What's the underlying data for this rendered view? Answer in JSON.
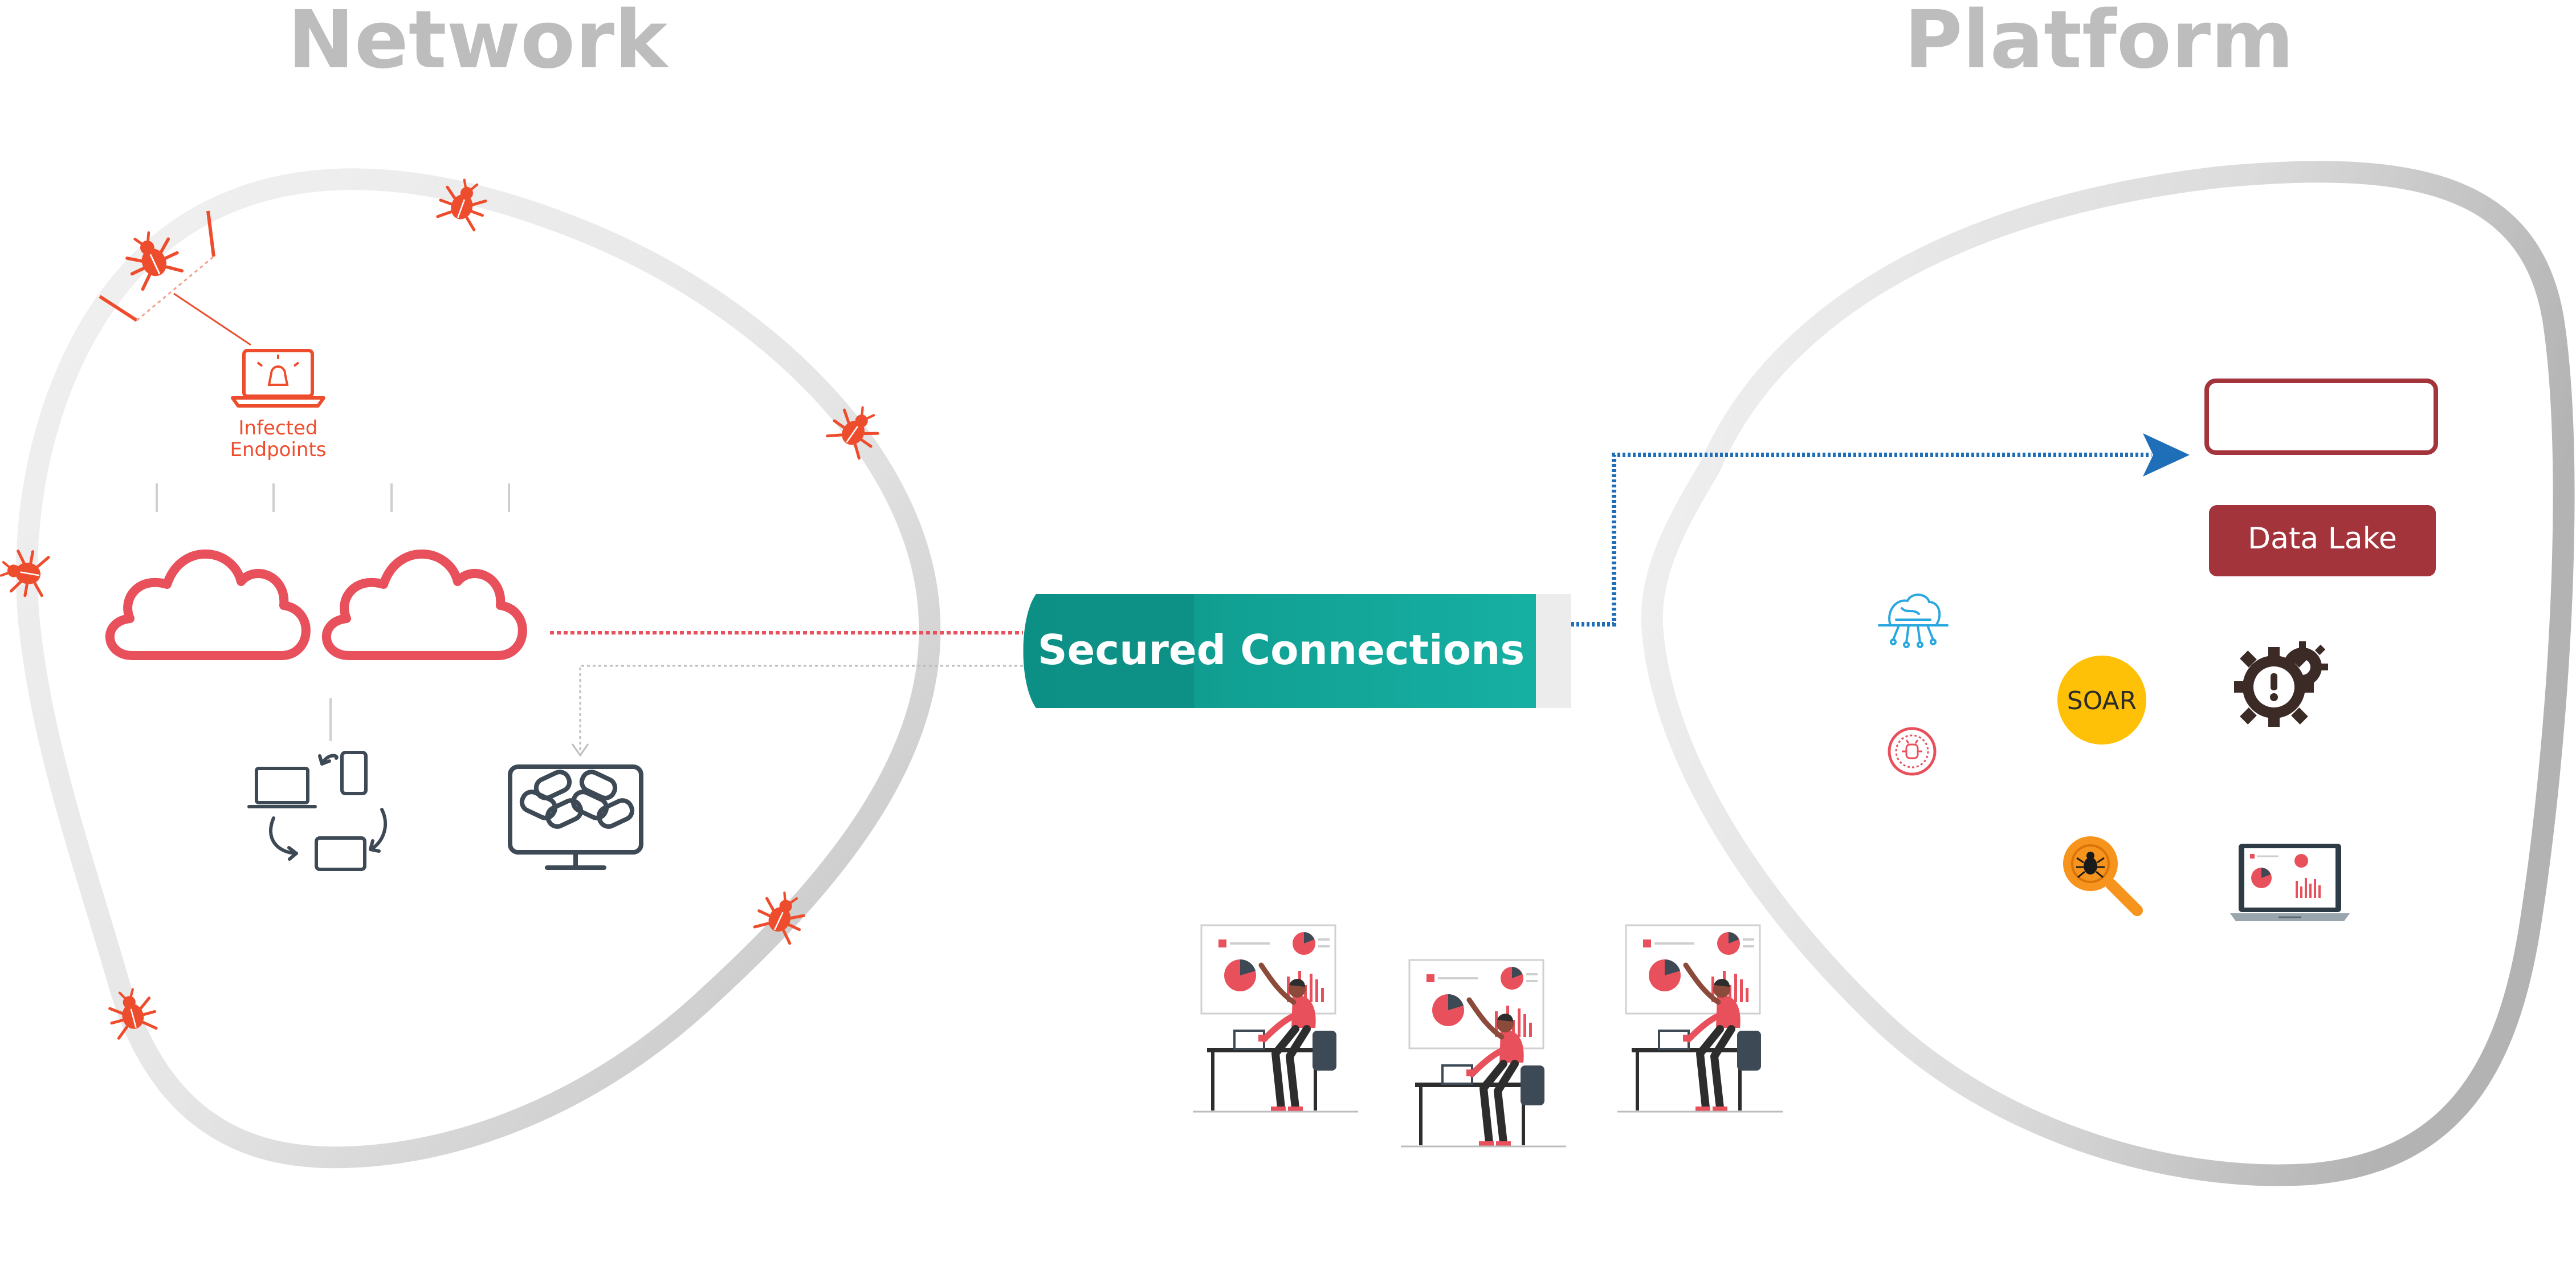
{
  "headings": {
    "network": "Network",
    "platform": "Platform"
  },
  "network": {
    "infected_label_line1": "Infected",
    "infected_label_line2": "Endpoints"
  },
  "center": {
    "banner": "Secured Connections"
  },
  "platform": {
    "data_lake": "Data Lake",
    "soar": "SOAR"
  },
  "colors": {
    "accent_red": "#e8505b",
    "bug_orange": "#ee4d2d",
    "teal": "#14a89a",
    "teal_dark": "#0d8f85",
    "crimson": "#a4343c",
    "flow_blue": "#1f6fb8",
    "ring_gray": "#d9d9d9",
    "soar_yellow": "#ffc107",
    "dark_icon": "#3d4a55"
  },
  "icons": [
    "bug-icon",
    "laptop-alert-icon",
    "cloud-icon",
    "device-sync-icon",
    "chained-monitor-icon",
    "brain-circuit-icon",
    "malware-badge-icon",
    "soar-badge",
    "gear-alert-icon",
    "bug-search-icon",
    "dashboard-laptop-icon",
    "analyst-illustration"
  ]
}
